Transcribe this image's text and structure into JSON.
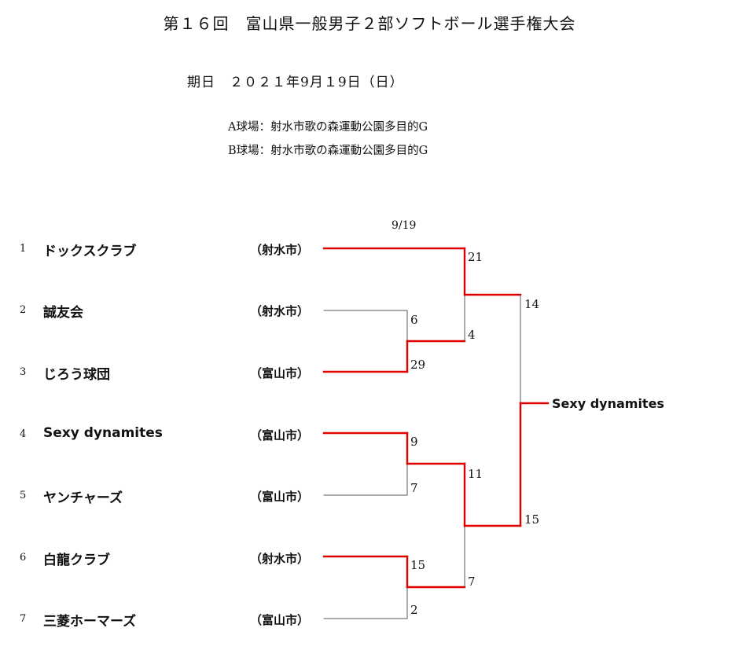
{
  "title": "第１６回　富山県一般男子２部ソフトボール選手権大会",
  "date": "期日　２０２１年9月１9日（日）",
  "venues": [
    "A球場：射水市歌の森運動公園多目的G",
    "B球場：射水市歌の森運動公園多目的G"
  ],
  "round_date": "9/19",
  "teams": [
    {
      "num": "1",
      "name": "ドックスクラブ",
      "city": "（射水市）"
    },
    {
      "num": "2",
      "name": "誠友会",
      "city": "（射水市）"
    },
    {
      "num": "3",
      "name": "じろう球団",
      "city": "（富山市）"
    },
    {
      "num": "4",
      "name": "Sexy  dynamites",
      "city": "（富山市）"
    },
    {
      "num": "5",
      "name": "ヤンチャーズ",
      "city": "（富山市）"
    },
    {
      "num": "6",
      "name": "白龍クラブ",
      "city": "（射水市）"
    },
    {
      "num": "7",
      "name": "三菱ホーマーズ",
      "city": "（富山市）"
    }
  ],
  "scores": {
    "r1_2": "6",
    "r1_3": "29",
    "r1_4": "9",
    "r1_5": "7",
    "r1_6": "15",
    "r1_7": "2",
    "sf1_top": "21",
    "sf1_bottom": "4",
    "sf2_top": "11",
    "sf2_bottom": "7",
    "final_top": "14",
    "final_bottom": "15"
  },
  "champion": "Sexy  dynamites",
  "colors": {
    "win_line": "#e00000",
    "lose_line": "#555555",
    "text": "#111111"
  }
}
